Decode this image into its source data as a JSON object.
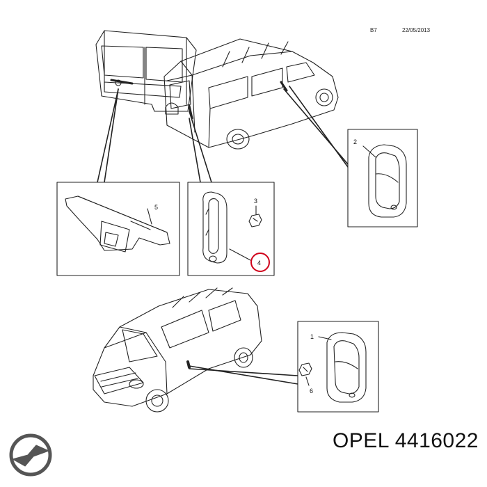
{
  "header": {
    "page_code": "B7",
    "date": "22/05/2013"
  },
  "callouts": {
    "c1": "1",
    "c2": "2",
    "c3": "3",
    "c4": "4",
    "c5": "5",
    "c6": "6"
  },
  "highlight": {
    "callout": "4",
    "color": "#d0021b"
  },
  "footer": {
    "brand_logo": "opel-logo-icon",
    "part_number_text": "OPEL 4416022"
  }
}
